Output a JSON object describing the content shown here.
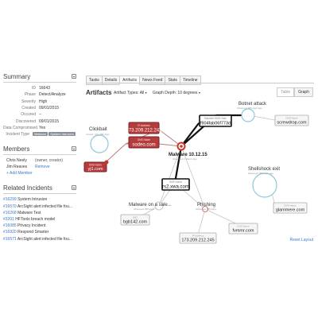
{
  "summary": {
    "title": "Summary",
    "fields": [
      {
        "label": "ID",
        "value": "16643"
      },
      {
        "label": "Phase",
        "value": "Detect/Analyze"
      },
      {
        "label": "Severity",
        "value": "High"
      },
      {
        "label": "Created",
        "value": "09/01/2015"
      },
      {
        "label": "Occured",
        "value": "--"
      },
      {
        "label": "Discovered",
        "value": "09/01/2015"
      },
      {
        "label": "Data Compromised",
        "value": "Yes"
      }
    ],
    "incident_type": {
      "label": "Incident Type",
      "tags": [
        "Malware",
        "System Intrusion"
      ]
    }
  },
  "members": {
    "title": "Members",
    "rows": [
      {
        "name": "Chris Neely",
        "role": "(owner, creator)"
      },
      {
        "name": "Jim Reaves",
        "role": "Remove"
      }
    ],
    "add_label": "+ Add Member"
  },
  "related": {
    "title": "Related Incidents",
    "items": [
      {
        "id": "#16299",
        "text": "System Intrusion"
      },
      {
        "id": "#16570",
        "text": "ArcSight alert infected file fou..."
      },
      {
        "id": "#16268",
        "text": "Malware Test"
      },
      {
        "id": "#3201",
        "text": "HFTools breach model"
      },
      {
        "id": "#16085",
        "text": "Privacy Incident"
      },
      {
        "id": "#16920",
        "text": "Respond Smarter"
      },
      {
        "id": "#16571",
        "text": "ArcSight alert infected file fou..."
      }
    ]
  },
  "tabs": [
    "Tasks",
    "Details",
    "Artifacts",
    "News Feed",
    "Stats",
    "Timeline"
  ],
  "active_tab": "Artifacts",
  "artifacts": {
    "title": "Artifacts",
    "type_filter": "Artifact Types: All",
    "depth_filter": "Graph Depth: 10 degrees",
    "views": [
      "Table",
      "Graph"
    ],
    "active_view": "Graph",
    "reset_label": "Reset Layout"
  },
  "graph": {
    "center": {
      "name": "Malware 10.12.15",
      "sub": "Observed 1 Month Ago"
    },
    "clusters": [
      {
        "name": "Clickbait",
        "sub": "Closed, phis 456 days"
      },
      {
        "name": "Botnet attack",
        "sub": "Observed 456 days ago"
      },
      {
        "name": "Shellshock exit",
        "sub": "Observed 456 days ago"
      },
      {
        "name": "Malware on a sale...",
        "sub": "Observed 456 days"
      },
      {
        "name": "Phishing",
        "sub": "Observed 456 days"
      }
    ],
    "artifacts": [
      {
        "label": "IP Address",
        "value": "173.209.212.241",
        "style": "red"
      },
      {
        "label": "DNS Name",
        "value": "sodeo.com",
        "style": "red"
      },
      {
        "label": "DNS Name",
        "value": "yj1.com",
        "style": "red"
      },
      {
        "label": "Malware MD5 Hash",
        "value": "f904fab06f773d",
        "style": "bold"
      },
      {
        "label": "DNS Name",
        "value": "screwdrop.com",
        "style": "plain"
      },
      {
        "label": "DNS Name",
        "value": "rs2.xwa.com",
        "style": "bold"
      },
      {
        "label": "DNS Name",
        "value": "glammere.com",
        "style": "plain"
      },
      {
        "label": "DNS",
        "value": "bgb142.com",
        "style": "plain"
      },
      {
        "label": "DNS Name",
        "value": "fvmmr.com",
        "style": "plain"
      },
      {
        "label": "IP Address",
        "value": "173.209.212.245",
        "style": "plain"
      }
    ]
  }
}
